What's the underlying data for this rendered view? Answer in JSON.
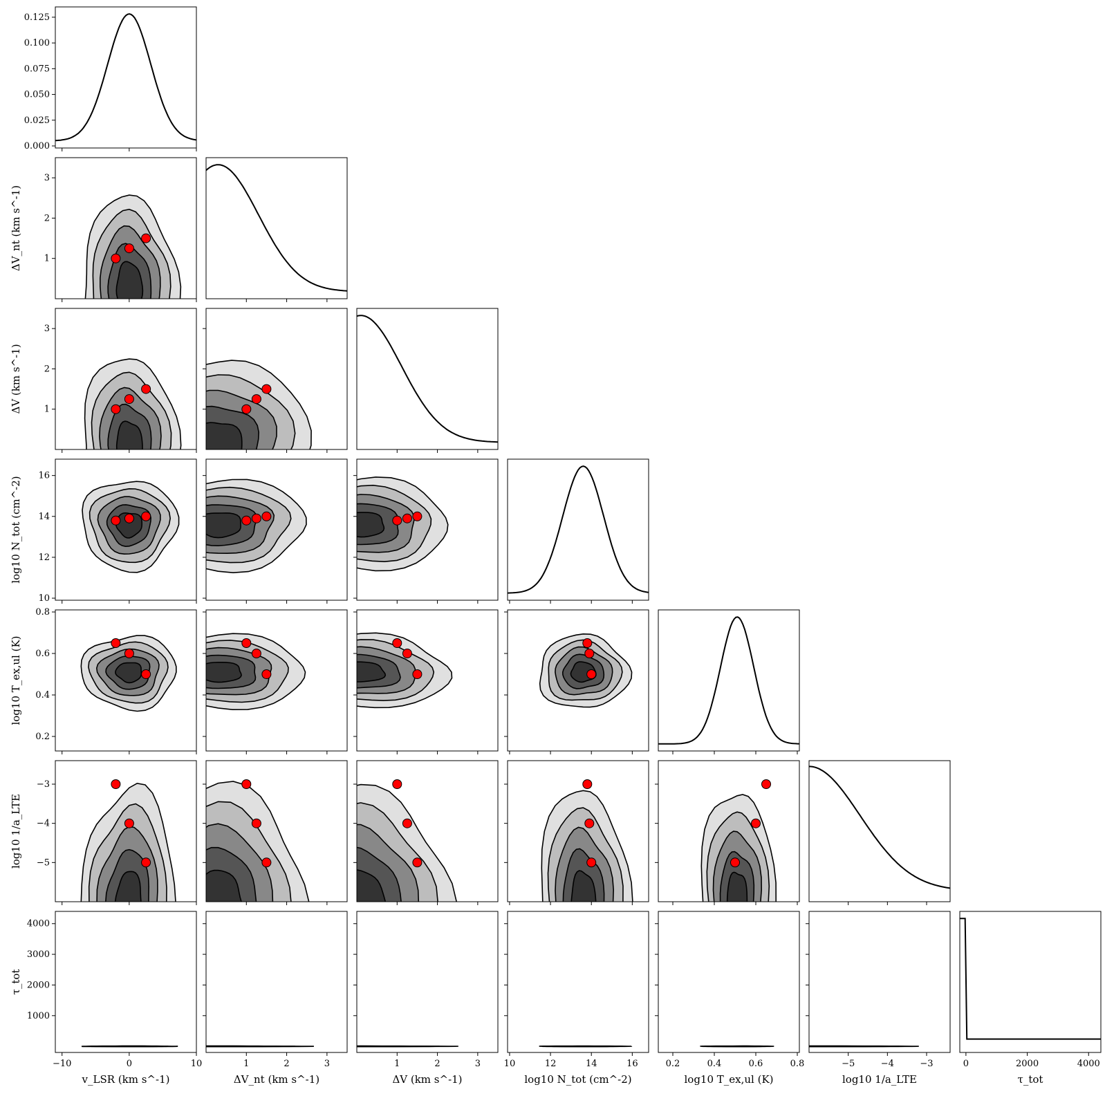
{
  "chart_data": {
    "type": "corner",
    "description_note": "",
    "parameters": [
      {
        "key": "vlsr",
        "label": "v",
        "sub": "LSR",
        "unit": " (km s",
        "sup": "−1",
        "tail": ")",
        "range": [
          -11,
          10
        ],
        "ticks": [
          -10,
          0,
          10
        ],
        "peak": 0,
        "sigma": 3.2,
        "truths": [
          -2,
          0,
          2.5
        ]
      },
      {
        "key": "dvnt",
        "label": "ΔV",
        "sub": "nt",
        "unit": " (km s",
        "sup": "−1",
        "tail": ")",
        "range": [
          0,
          3.5
        ],
        "ticks": [
          1,
          2,
          3
        ],
        "peak": 0.3,
        "sigma": 1.0,
        "truths": [
          1,
          1.25,
          1.5
        ]
      },
      {
        "key": "dv",
        "label": "ΔV",
        "sub": "",
        "unit": " (km s",
        "sup": "−1",
        "tail": ")",
        "range": [
          0,
          3.5
        ],
        "ticks": [
          1,
          2,
          3
        ],
        "peak": 0.1,
        "sigma": 1.0,
        "truths": [
          1,
          1.25,
          1.5
        ]
      },
      {
        "key": "logN",
        "label": "log",
        "sub": "10",
        "unit": " N",
        "sup2": "tot",
        "tail": " (cm",
        "sup": "−2",
        "tail2": ")",
        "range": [
          9.9,
          16.8
        ],
        "ticks": [
          10,
          12,
          14,
          16
        ],
        "peak": 13.6,
        "sigma": 1.0,
        "truths": [
          13.8,
          13.9,
          14.0
        ]
      },
      {
        "key": "logT",
        "label": "log",
        "sub": "10",
        "unit": " T",
        "sup2": "ex,ul",
        "tail": " (K)",
        "range": [
          0.13,
          0.81
        ],
        "ticks": [
          0.2,
          0.4,
          0.6,
          0.8
        ],
        "peak": 0.51,
        "sigma": 0.08,
        "truths": [
          0.65,
          0.6,
          0.5
        ]
      },
      {
        "key": "loga",
        "label": "log",
        "sub": "10",
        "unit": " 1/a",
        "sup2": "LTE",
        "tail": "",
        "range": [
          -6,
          -2.4
        ],
        "ticks": [
          -5,
          -4,
          -3
        ],
        "peak": -6,
        "sigma": 1.3,
        "truths": [
          -3,
          -4,
          -5
        ]
      },
      {
        "key": "tau",
        "label": "τ",
        "sub": "tot",
        "unit": "",
        "tail": "",
        "range": [
          -200,
          4400
        ],
        "ticks": [
          0,
          2000,
          4000
        ],
        "ticks_y": [
          1000,
          2000,
          3000,
          4000
        ],
        "peak": 0,
        "sigma": 5,
        "truths": []
      }
    ],
    "diag_vlsr_yticks": [
      0.0,
      0.025,
      0.05,
      0.075,
      0.1,
      0.125
    ],
    "diag_vlsr_ylim": [
      -0.002,
      0.135
    ],
    "tick_labels_y": {
      "vlsr_ticks": [
        "0.000",
        "0.025",
        "0.050",
        "0.075",
        "0.100",
        "0.125"
      ]
    },
    "xlabels": [
      "v_LSR (km s^-1)",
      "ΔV_nt (km s^-1)",
      "ΔV (km s^-1)",
      "log10 N_tot (cm^-2)",
      "log10 T_ex,ul (K)",
      "log10 1/a_LTE",
      "τ_tot"
    ],
    "truth_color": "#ff0000",
    "contour_colors": [
      "#e0e0e0",
      "#bdbdbd",
      "#888888",
      "#555555",
      "#333333"
    ]
  }
}
